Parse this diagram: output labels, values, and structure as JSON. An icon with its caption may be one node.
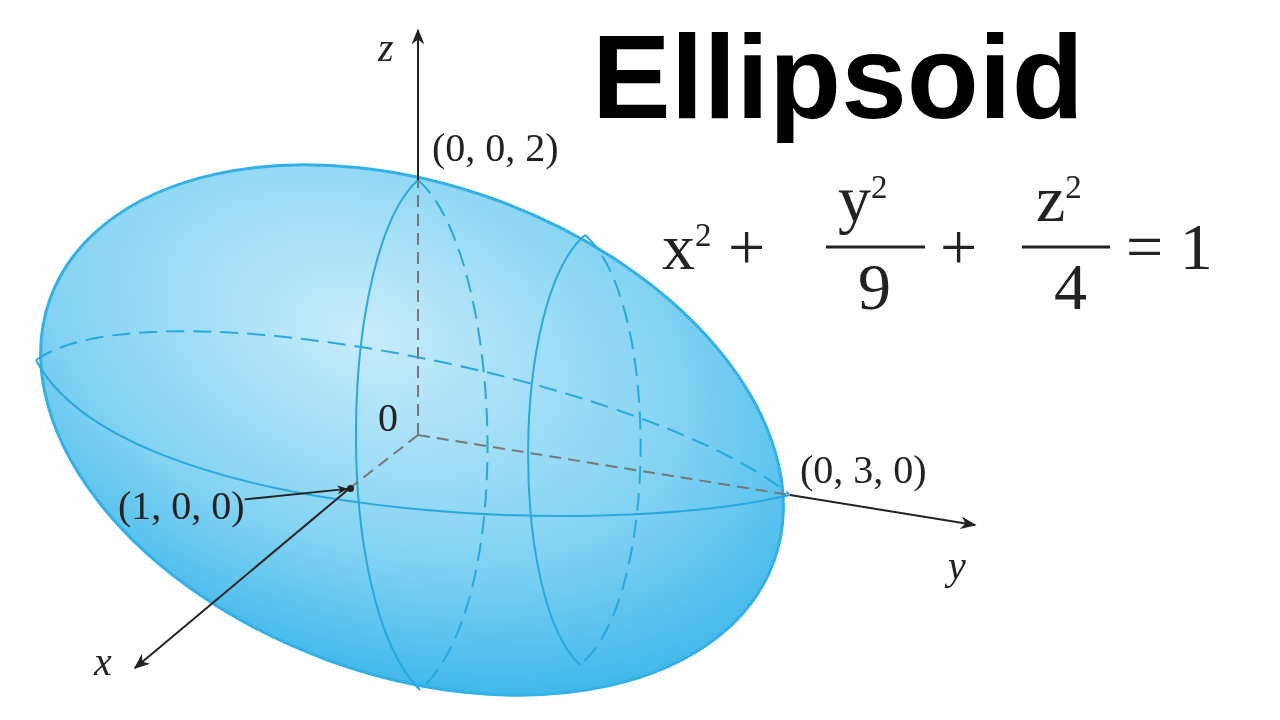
{
  "diagram": {
    "title": "Ellipsoid",
    "nodes": [
      {
        "text": [
          "(1, 0, 0)"
        ]
      },
      {
        "text": [],
        "shape": "circle"
      }
    ],
    "edges": [
      {
        "from": 0,
        "to": 1,
        "arrow": "to"
      }
    ],
    "labels": [
      "z",
      "(0, 0, 2)",
      "x$^{2}$ +",
      "y$^{2}$",
      "9",
      "+",
      "z$^{2}$",
      "4",
      "= 1",
      "0",
      "(0, 3, 0)",
      "y",
      "x"
    ]
  }
}
